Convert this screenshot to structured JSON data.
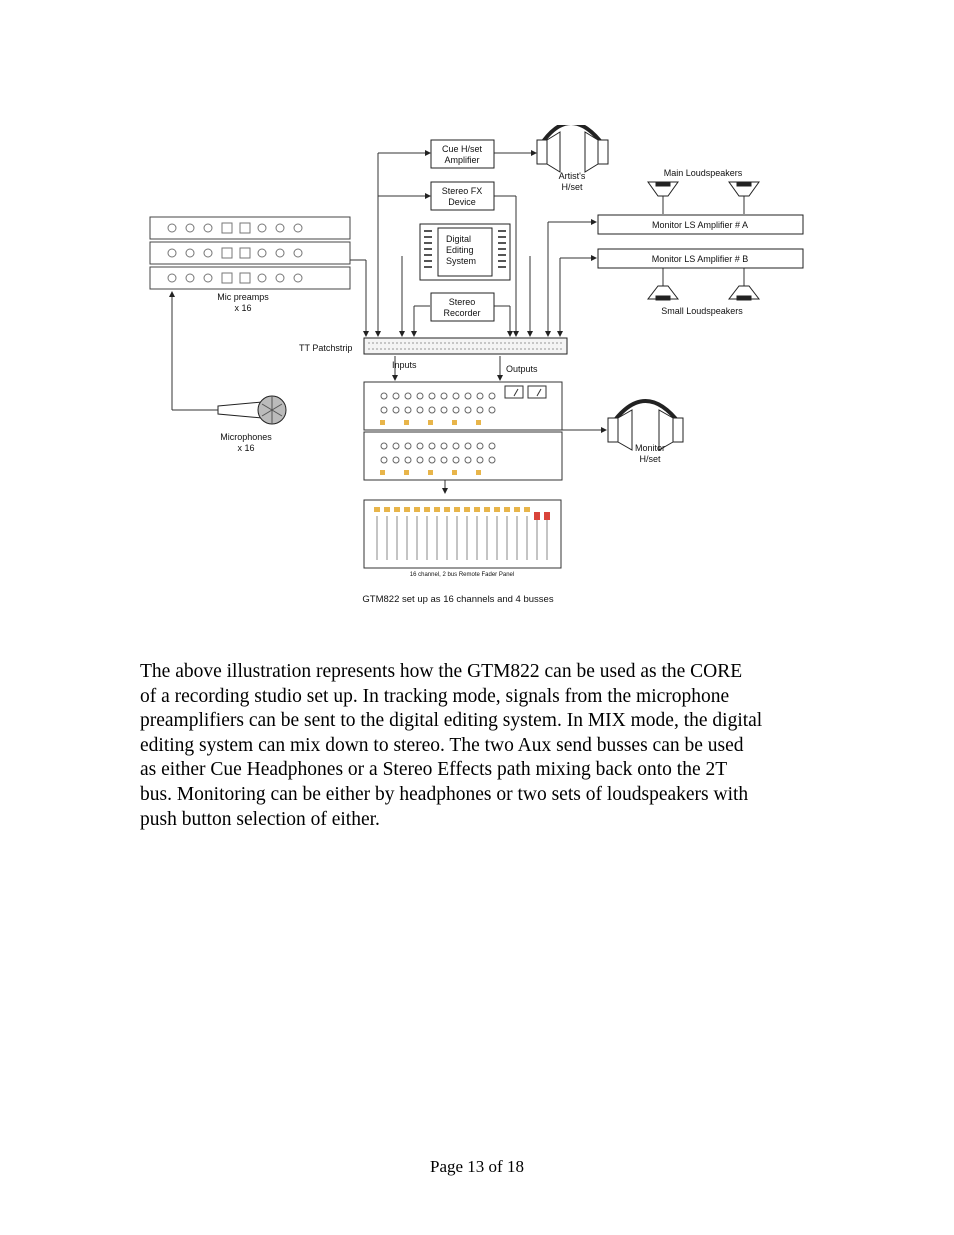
{
  "diagram": {
    "labels": {
      "cue_amp": [
        "Cue H/set",
        "Amplifier"
      ],
      "artist_hset": [
        "Artist's",
        "H/set"
      ],
      "stereo_fx": [
        "Stereo FX",
        "Device"
      ],
      "main_loudspeakers": "Main Loudspeakers",
      "amp_a": "Monitor LS Amplifier # A",
      "amp_b": "Monitor LS Amplifier # B",
      "digital_editing": [
        "Digital",
        "Editing",
        "System"
      ],
      "mic_preamps": [
        "Mic preamps",
        "x 16"
      ],
      "stereo_recorder": [
        "Stereo",
        "Recorder"
      ],
      "small_loudspeakers": "Small Loudspeakers",
      "tt_patchstrip": "TT Patchstrip",
      "inputs": "Inputs",
      "outputs": "Outputs",
      "microphones": [
        "Microphones",
        "x 16"
      ],
      "monitor_hset": [
        "Monitor",
        "H/set"
      ],
      "fader_panel": "16 channel, 2 bus Remote Fader Panel",
      "caption": "GTM822 set up as 16 channels and 4 busses"
    }
  },
  "paragraph_lines": [
    "The above illustration represents how the GTM822 can be used as the CORE",
    "of a recording studio set up. In tracking mode, signals from the microphone",
    "preamplifiers can be sent to the digital editing system. In MIX mode, the digital",
    "editing system can mix down to stereo. The two Aux send busses can be used",
    "as either Cue Headphones or a Stereo Effects path mixing back onto the 2T",
    "bus. Monitoring can be either by headphones or two sets of loudspeakers with",
    "push button selection of either."
  ],
  "footer": "Page 13 of 18"
}
